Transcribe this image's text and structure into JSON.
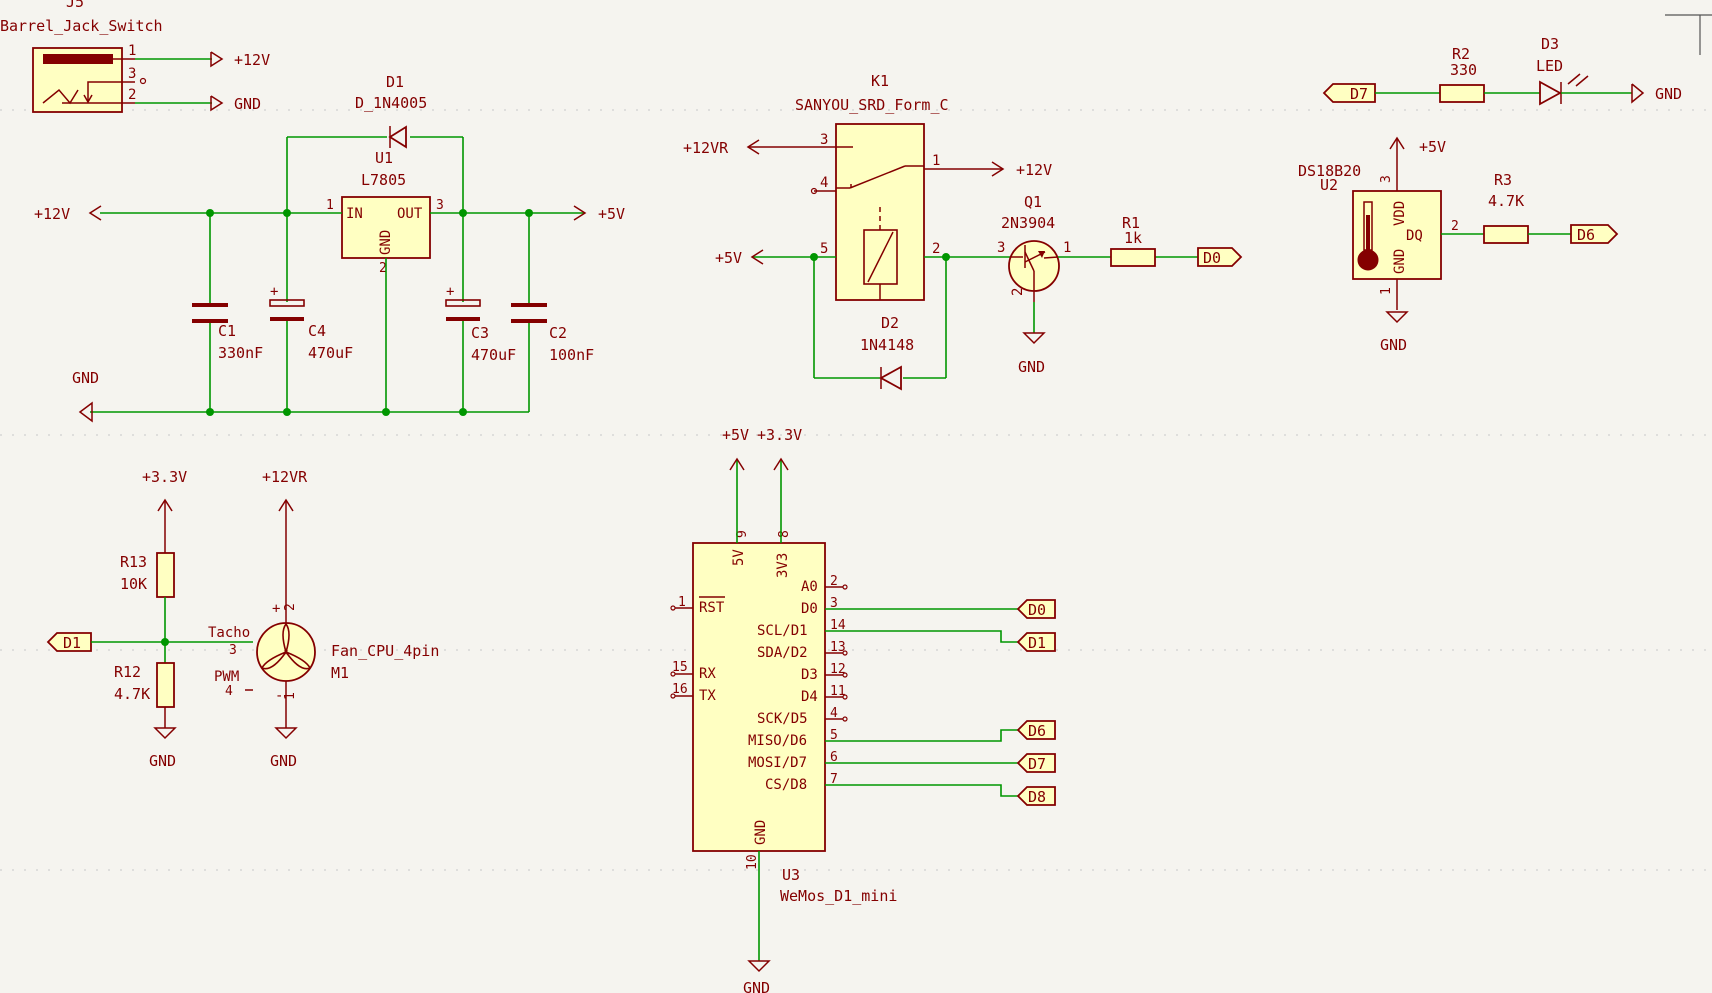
{
  "components": {
    "J5": {
      "ref": "J5",
      "value": "Barrel_Jack_Switch",
      "pins": [
        "1",
        "3",
        "2"
      ]
    },
    "D1": {
      "ref": "D1",
      "value": "D_1N4005"
    },
    "U1": {
      "ref": "U1",
      "value": "L7805",
      "pin_in": "IN",
      "pin_out": "OUT",
      "pin_gnd": "GND",
      "pins": [
        "1",
        "3",
        "2"
      ]
    },
    "C1": {
      "ref": "C1",
      "value": "330nF"
    },
    "C4": {
      "ref": "C4",
      "value": "470uF"
    },
    "C3": {
      "ref": "C3",
      "value": "470uF"
    },
    "C2": {
      "ref": "C2",
      "value": "100nF"
    },
    "K1": {
      "ref": "K1",
      "value": "SANYOU_SRD_Form_C",
      "pins": [
        "3",
        "4",
        "1",
        "5",
        "2"
      ]
    },
    "D2": {
      "ref": "D2",
      "value": "1N4148"
    },
    "Q1": {
      "ref": "Q1",
      "value": "2N3904",
      "pins": [
        "3",
        "1",
        "2"
      ]
    },
    "R1": {
      "ref": "R1",
      "value": "1k"
    },
    "R2": {
      "ref": "R2",
      "value": "330"
    },
    "D3": {
      "ref": "D3",
      "value": "LED"
    },
    "U2": {
      "ref": "U2",
      "value": "DS18B20",
      "pin_vdd": "VDD",
      "pin_dq": "DQ",
      "pin_gnd": "GND",
      "pins": [
        "3",
        "2",
        "1"
      ]
    },
    "R3": {
      "ref": "R3",
      "value": "4.7K"
    },
    "R13": {
      "ref": "R13",
      "value": "10K"
    },
    "R12": {
      "ref": "R12",
      "value": "4.7K"
    },
    "M1": {
      "ref": "M1",
      "value": "Fan_CPU_4pin",
      "pin_tacho": "Tacho",
      "pin_pwm": "PWM",
      "pins": [
        "3",
        "4",
        "2",
        "1"
      ],
      "plus": "+",
      "minus": "-"
    },
    "U3": {
      "ref": "U3",
      "value": "WeMos_D1_mini",
      "top_pins": [
        {
          "name": "5V",
          "num": "9"
        },
        {
          "name": "3V3",
          "num": "8"
        }
      ],
      "bottom_pin": {
        "name": "GND",
        "num": "10"
      },
      "right_pins": [
        {
          "name": "A0",
          "num": "2"
        },
        {
          "name": "D0",
          "num": "3"
        },
        {
          "name": "SCL/D1",
          "num": "14"
        },
        {
          "name": "SDA/D2",
          "num": "13"
        },
        {
          "name": "D3",
          "num": "12"
        },
        {
          "name": "D4",
          "num": "11"
        },
        {
          "name": "SCK/D5",
          "num": "4"
        },
        {
          "name": "MISO/D6",
          "num": "5"
        },
        {
          "name": "MOSI/D7",
          "num": "6"
        },
        {
          "name": "CS/D8",
          "num": "7"
        }
      ],
      "left_pins": [
        {
          "name": "RST",
          "num": "1"
        },
        {
          "name": "RX",
          "num": "15"
        },
        {
          "name": "TX",
          "num": "16"
        }
      ]
    }
  },
  "power": {
    "p12v_j5": "+12V",
    "gnd_j5": "GND",
    "p12v_left": "+12V",
    "p5v_reg": "+5V",
    "gnd_reg": "GND",
    "p12vr_k1": "+12VR",
    "p12v_k1": "+12V",
    "p5v_k1": "+5V",
    "gnd_q1": "GND",
    "gnd_d3": "GND",
    "p5v_u2": "+5V",
    "gnd_u2": "GND",
    "p33v_r13": "+3.3V",
    "p12vr_fan": "+12VR",
    "gnd_r12": "GND",
    "gnd_fan": "GND",
    "p5v_u3": "+5V",
    "p33v_u3": "+3.3V",
    "gnd_u3": "GND"
  },
  "labels": {
    "d0_r1": "D0",
    "d7_r2": "D7",
    "d6_r3": "D6",
    "d1_fan": "D1",
    "u3_d0": "D0",
    "u3_d1": "D1",
    "u3_d6": "D6",
    "u3_d7": "D7",
    "u3_d8": "D8"
  }
}
